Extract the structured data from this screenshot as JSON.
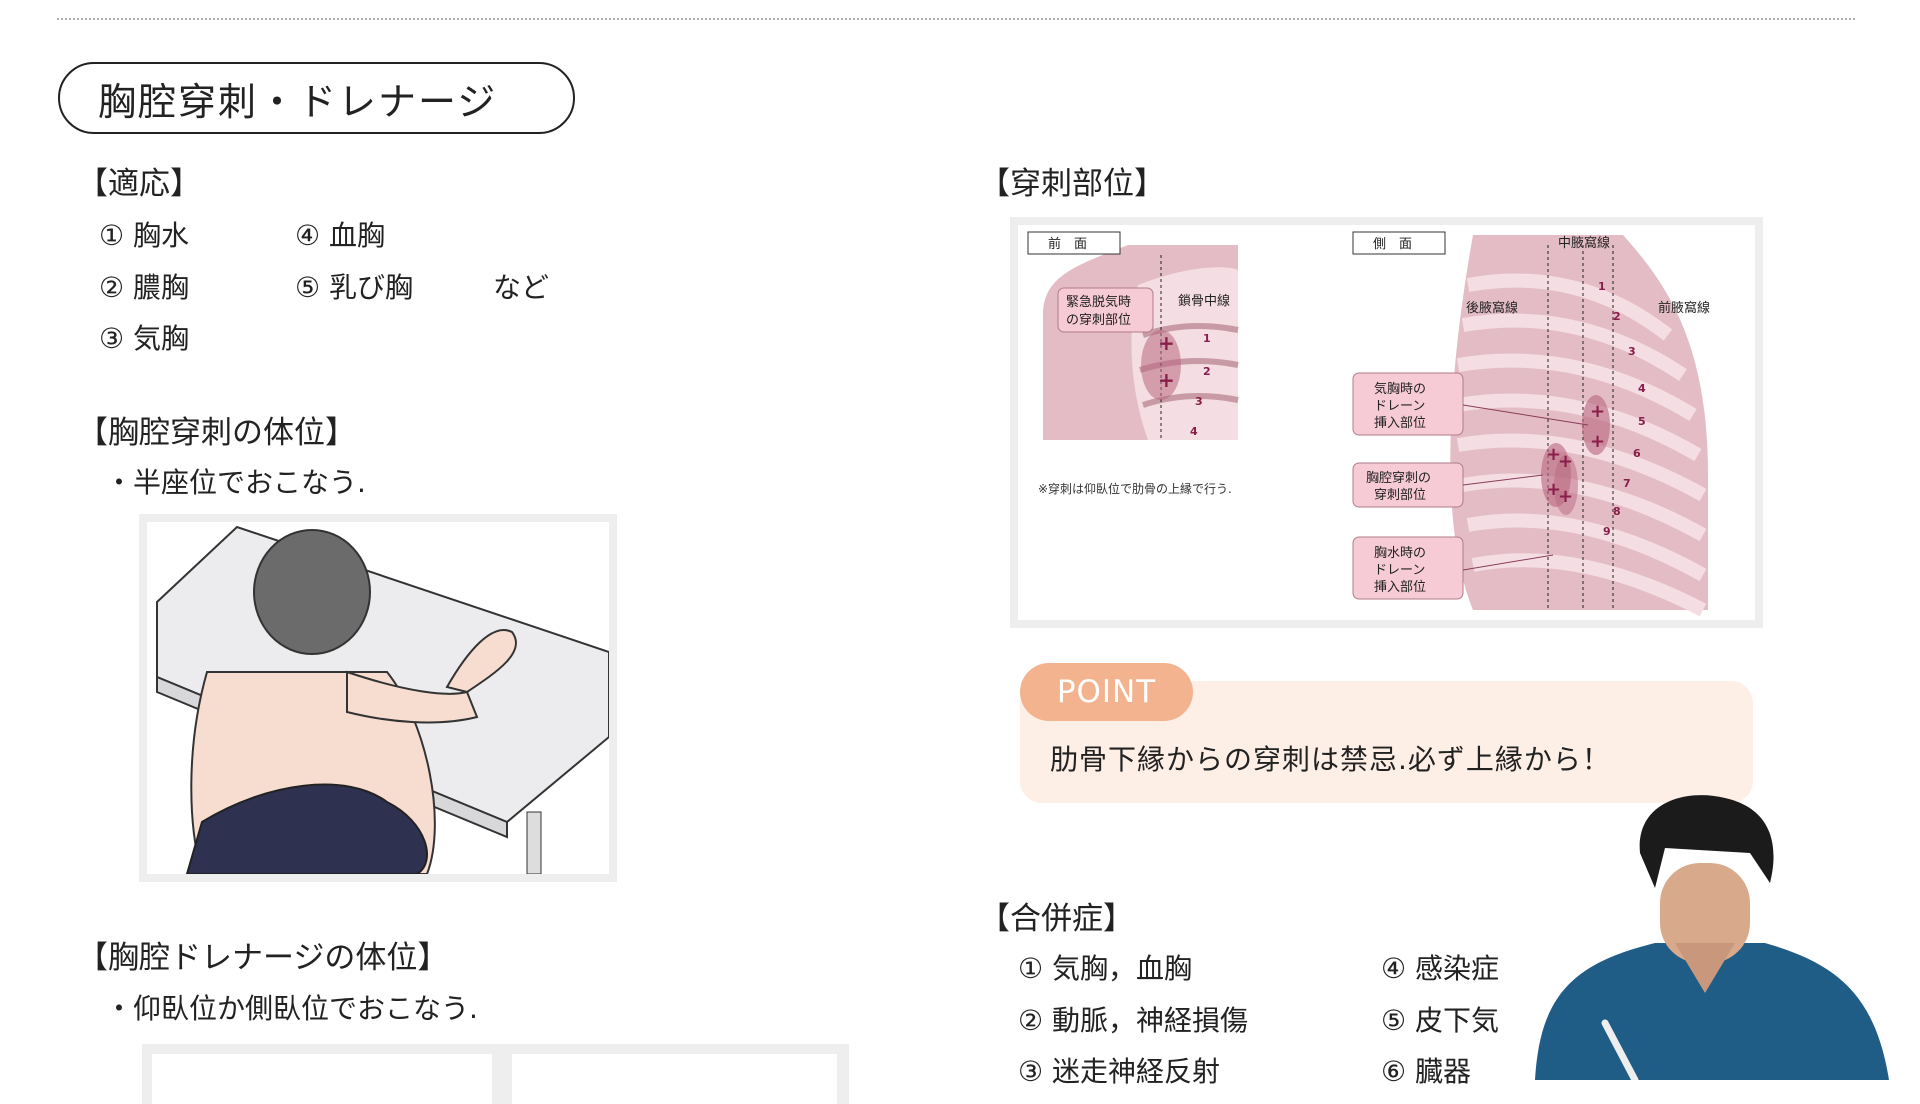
{
  "title": "胸腔穿刺・ドレナージ",
  "indications": {
    "heading": "【適応】",
    "items": [
      "① 胸水",
      "② 膿胸",
      "③ 気胸",
      "④ 血胸",
      "⑤ 乳び胸"
    ],
    "suffix": "など"
  },
  "puncture_position": {
    "heading": "【胸腔穿刺の体位】",
    "bullet": "・半座位でおこなう."
  },
  "drainage_position": {
    "heading": "【胸腔ドレナージの体位】",
    "bullet": "・仰臥位か側臥位でおこなう."
  },
  "site": {
    "heading": "【穿刺部位】",
    "front_label": "前　面",
    "side_label": "側　面",
    "emergency_label": [
      "緊急脱気時",
      "の穿刺部位"
    ],
    "midclavicular": "鎖骨中線",
    "note": "※穿刺は仰臥位で肋骨の上縁で行う.",
    "mid_axillary": "中腋窩線",
    "post_axillary": "後腋窩線",
    "ant_axillary": "前腋窩線",
    "pneumo_label": [
      "気胸時の",
      "ドレーン",
      "挿入部位"
    ],
    "thoraco_label": [
      "胸腔穿刺の",
      "穿刺部位"
    ],
    "effusion_label": [
      "胸水時の",
      "ドレーン",
      "挿入部位"
    ],
    "front_ribs": [
      "1",
      "2",
      "3",
      "4"
    ],
    "side_ribs": [
      "1",
      "2",
      "3",
      "4",
      "5",
      "6",
      "7",
      "8",
      "9"
    ]
  },
  "point": {
    "badge": "POINT",
    "text": "肋骨下縁からの穿刺は禁忌.必ず上縁から！"
  },
  "complications": {
    "heading": "【合併症】",
    "items": [
      "① 気胸，血胸",
      "② 動脈，神経損傷",
      "③ 迷走神経反射",
      "④ 感染症",
      "⑤ 皮下気",
      "⑥ 臓器"
    ]
  },
  "colors": {
    "accent": "#f2b38e",
    "point_bg": "#fdeee6",
    "diagram_pink": "#e8c3cc",
    "marker": "#8a1d4a"
  }
}
